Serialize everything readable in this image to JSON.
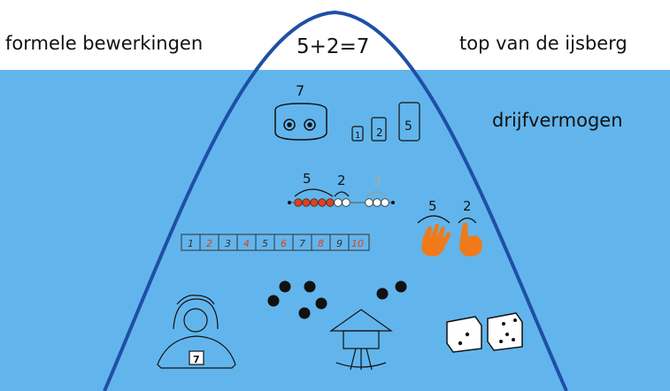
{
  "labels": {
    "left": "formele bewerkingen",
    "right": "top van de ijsberg",
    "equation": "5+2=7",
    "buoyancy": "drijfvermogen"
  },
  "figures": {
    "pot_number": "7",
    "weights": [
      "1",
      "2",
      "5"
    ],
    "bead_labels": [
      "5",
      "2",
      "3"
    ],
    "hand_labels": [
      "5",
      "2"
    ],
    "number_line": [
      "1",
      "2",
      "3",
      "4",
      "5",
      "6",
      "7",
      "8",
      "9",
      "10"
    ],
    "card_number": "7"
  },
  "colors": {
    "water": "#62b5ec",
    "curve": "#1f4fa6",
    "accent": "#f07a1a",
    "bead_red": "#e0401a"
  }
}
